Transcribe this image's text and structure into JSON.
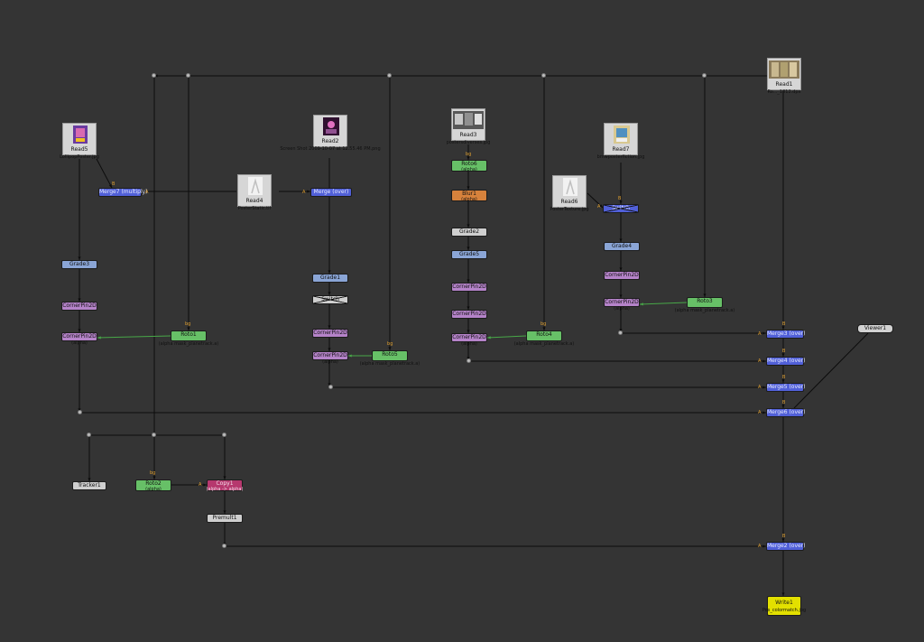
{
  "colors": {
    "background": "#343434",
    "wire": "#0c0c0c",
    "mask_wire": "#48a848",
    "input_label": "#e0a030"
  },
  "reads": {
    "read1": {
      "label": "Read1",
      "sub": "Ro..._1012.dpx"
    },
    "read2": {
      "label": "Read2",
      "sub": "Screen Shot 2009-10-07 at 12.55.46 PM.png"
    },
    "read3": {
      "label": "Read3",
      "sub": "postersdiverses.jpg"
    },
    "read4": {
      "label": "Read4",
      "sub": "PosterStatic.tif"
    },
    "read5": {
      "label": "Read5",
      "sub": "LollipopPoster.jpg"
    },
    "read6": {
      "label": "Read6",
      "sub": "PosterTexture.jpg"
    },
    "read7": {
      "label": "Read7",
      "sub": "bmwposterfiction.jpg"
    }
  },
  "nodes": {
    "roto6": {
      "label": "Roto6",
      "sub": "(alpha)"
    },
    "blur1": {
      "label": "Blur1",
      "sub": "(alpha)"
    },
    "grade3": {
      "label": "Grade3"
    },
    "grade2": {
      "label": "Grade2"
    },
    "grade1": {
      "label": "Grade1"
    },
    "grade4": {
      "label": "Grade4"
    },
    "grade5": {
      "label": "Grade5"
    },
    "cornerpin_a1": {
      "label": "CornerPin2D"
    },
    "cornerpin_a2": {
      "label": "CornerPin2D",
      "sub": "(alpha)"
    },
    "cornerpin_b1": {
      "label": "CornerPin2D"
    },
    "cornerpin_b2": {
      "label": "CornerPin2D",
      "sub": "(alpha)"
    },
    "cornerpin_c1": {
      "label": "CornerPin2D"
    },
    "cornerpin_c2": {
      "label": "CornerPin2D"
    },
    "cornerpin_c3": {
      "label": "CornerPin2D",
      "sub": "(alpha)"
    },
    "cornerpin_d1": {
      "label": "CornerPin2D"
    },
    "cornerpin_d2": {
      "label": "CornerPin2D",
      "sub": "(alpha)"
    },
    "roto1": {
      "label": "Roto1",
      "sub": "(alpha mask_planetrack.a)"
    },
    "roto3": {
      "label": "Roto3",
      "sub": "(alpha mask_planetrack.a)"
    },
    "roto4": {
      "label": "Roto4",
      "sub": "(alpha mask_planetrack.a)"
    },
    "roto5": {
      "label": "Roto5",
      "sub": "(alpha mask_planetrack.a)"
    },
    "roto2": {
      "label": "Roto2",
      "sub": "(alpha)"
    },
    "merge7": {
      "label": "Merge7 (multiply)"
    },
    "merge_b": {
      "label": "Merge (over)"
    },
    "switch_x1": {
      "label": "Switch"
    },
    "switch_x2": {
      "label": "Switch"
    },
    "merge_r1": {
      "label": "Merge3 (over)"
    },
    "merge_r2": {
      "label": "Merge4 (over)"
    },
    "merge_r3": {
      "label": "Merge5 (over)"
    },
    "merge_r4": {
      "label": "Merge6 (over)"
    },
    "merge_r5": {
      "label": "Merge2 (over)"
    },
    "tracker1": {
      "label": "Tracker1"
    },
    "copy1": {
      "label": "Copy1",
      "sub": "(alpha -> alpha)"
    },
    "premult1": {
      "label": "Premult1"
    },
    "viewer1": {
      "label": "Viewer1"
    },
    "write1": {
      "label": "Write1",
      "sub": "Pos_colormatch.jpg"
    }
  },
  "input_labels": {
    "a": "A",
    "b": "B",
    "bg": "bg"
  }
}
